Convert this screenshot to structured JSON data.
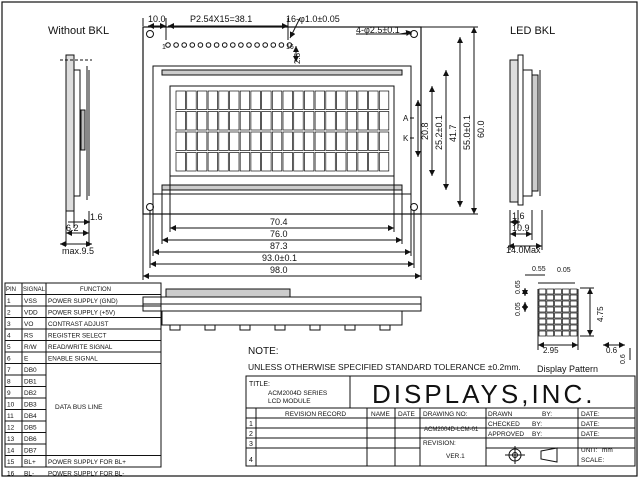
{
  "views": {
    "without_bkl": "Without BKL",
    "led_bkl": "LED BKL"
  },
  "top_dims": {
    "left_offset": "10.0",
    "pitch": "P2.54X15=38.1",
    "pin_hole": "16-φ1.0±0.05",
    "mount_hole": "4-φ2.5±0.1",
    "pin_drop": "2.5",
    "pin_first": "1",
    "pin_last": "16"
  },
  "ak": {
    "a": "A",
    "k": "K"
  },
  "v_dims": [
    "20.8",
    "25.2±0.1",
    "41.7",
    "55.0±0.1",
    "60.0"
  ],
  "h_dims": [
    "70.4",
    "76.0",
    "87.3",
    "93.0±0.1",
    "98.0"
  ],
  "side_left": {
    "d1": "1.6",
    "d2": "6.2",
    "d3": "max.9.5"
  },
  "side_right": {
    "d1": "1.6",
    "d2": "10.9",
    "d3": "14.0Max"
  },
  "pattern": {
    "caption": "Display Pattern",
    "d055": "0.55",
    "d005a": "0.05",
    "d065": "0.65",
    "d005b": "0.05",
    "d475": "4.75",
    "d295": "2.95",
    "d06": "0.6",
    "d06b": "0.6"
  },
  "pin_table": {
    "headers": [
      "PIN",
      "SIGNAL",
      "FUNCTION"
    ],
    "rows": [
      [
        "1",
        "VSS",
        "POWER SUPPLY (GND)"
      ],
      [
        "2",
        "VDD",
        "POWER SUPPLY (+5V)"
      ],
      [
        "3",
        "VO",
        "CONTRAST ADJUST"
      ],
      [
        "4",
        "RS",
        "REGISTER SELECT"
      ],
      [
        "5",
        "R/W",
        "READ/WRITE SIGNAL"
      ],
      [
        "6",
        "E",
        "ENABLE SIGNAL"
      ],
      [
        "7",
        "DB0",
        ""
      ],
      [
        "8",
        "DB1",
        ""
      ],
      [
        "9",
        "DB2",
        ""
      ],
      [
        "10",
        "DB3",
        ""
      ],
      [
        "11",
        "DB4",
        ""
      ],
      [
        "12",
        "DB5",
        ""
      ],
      [
        "13",
        "DB6",
        ""
      ],
      [
        "14",
        "DB7",
        ""
      ],
      [
        "15",
        "BL+",
        "POWER SUPPLY FOR BL+"
      ],
      [
        "16",
        "BL-",
        "POWER SUPPLY FOR BL-"
      ]
    ],
    "bus_label": "DATA BUS LINE"
  },
  "note": {
    "title": "NOTE:",
    "text": "UNLESS OTHERWISE SPECIFIED STANDARD TOLERANCE ±0.2mm."
  },
  "title_block": {
    "title_label": "TITLE:",
    "title_line1": "ACM2004D SERIES",
    "title_line2": "LCD MODULE",
    "company": "DISPLAYS,INC.",
    "rev_headers": [
      "REVISION RECORD",
      "NAME",
      "DATE"
    ],
    "rev_numbers": [
      "1",
      "2",
      "3",
      "4"
    ],
    "drawing_no_label": "DRAWING NO:",
    "drawing_no": "ACM2004D-LCM-01",
    "revision_label": "REVISION:",
    "revision": "VER.1",
    "drawn": "DRAWN",
    "checked": "CHECKED",
    "approved": "APPROVED",
    "by": "BY:",
    "date": "DATE:",
    "unit_label": "UNIT:",
    "unit": "mm",
    "scale": "SCALE:"
  }
}
